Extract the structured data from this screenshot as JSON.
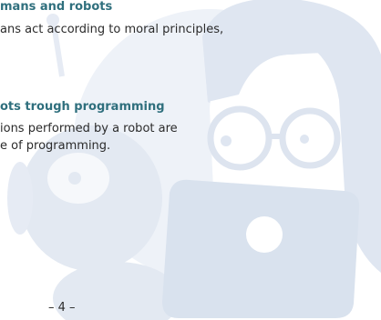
{
  "colors": {
    "heading": "#2f6f7d",
    "text": "#2b2b2b",
    "illustration": "#e3e9f3",
    "illustration_light": "#ecf0f7"
  },
  "section1": {
    "heading": "mans and robots",
    "lines": [
      "ans act according to moral principles,"
    ]
  },
  "section2": {
    "heading": "ots trough programming",
    "lines": [
      "ions performed by a robot are",
      "e of programming."
    ]
  },
  "footer": {
    "page_number": "– 4 –"
  }
}
